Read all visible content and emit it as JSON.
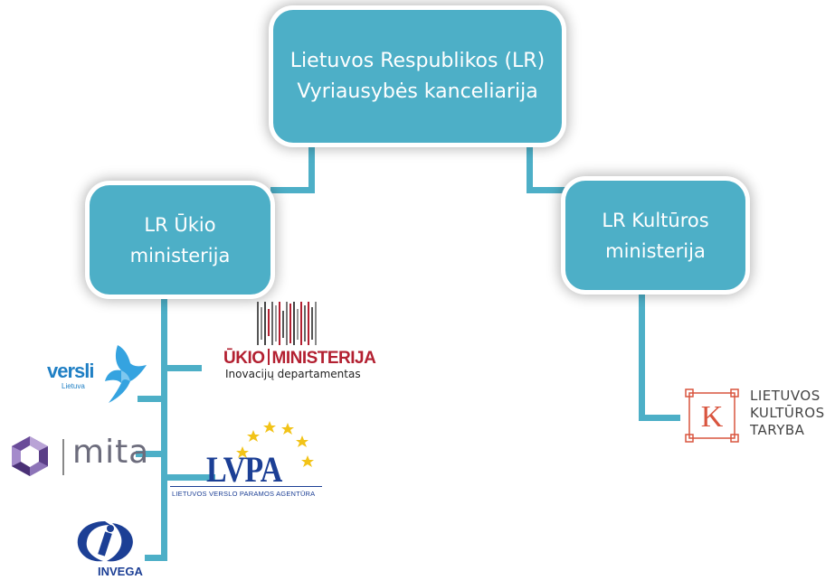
{
  "nodes": {
    "root": {
      "line1": "Lietuvos Respublikos (LR)",
      "line2": "Vyriausybės kanceliarija"
    },
    "ukio": {
      "line1": "LR Ūkio",
      "line2": "ministerija"
    },
    "kulturos": {
      "line1": "LR Kultūros",
      "line2": "ministerija"
    }
  },
  "logos": {
    "ukio_ministerija": {
      "left": "ŪKIO",
      "right": "MINISTERIJA",
      "subtitle": "Inovacijų departamentas"
    },
    "versli": {
      "name": "versli",
      "subtitle": "Lietuva"
    },
    "mita": {
      "name": "mita"
    },
    "lvpa": {
      "name": "LVPA",
      "subtitle": "LIETUVOS VERSLO PARAMOS AGENTŪRA"
    },
    "invega": {
      "name": "INVEGA"
    },
    "kulturos_taryba": {
      "letter": "K",
      "lines": [
        "LIETUVOS",
        "KULTŪROS",
        "TARYBA"
      ]
    }
  },
  "colors": {
    "node": "#4dafc7",
    "connector": "#4dafc7",
    "ukio_red": "#b32031",
    "lvpa_blue": "#1c3f95",
    "versli_blue": "#1f7fc4",
    "lkt_red": "#d9553f"
  }
}
